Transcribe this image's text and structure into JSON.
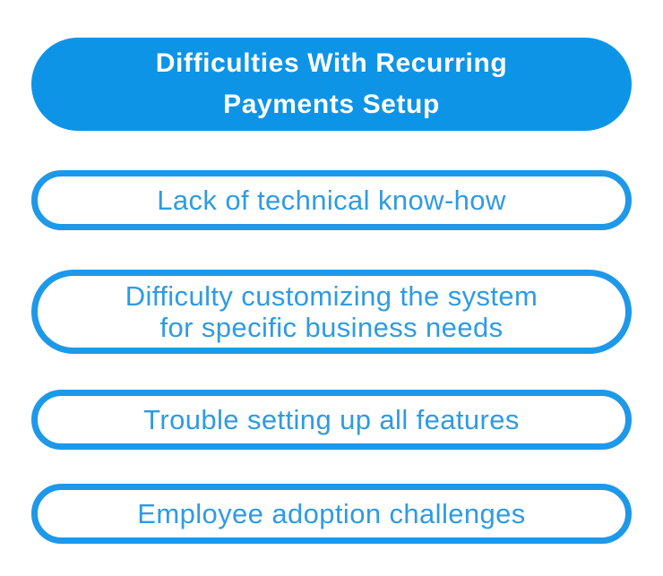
{
  "header": {
    "title": "Difficulties With Recurring\nPayments Setup"
  },
  "items": [
    {
      "label": "Lack of technical know-how"
    },
    {
      "label": "Difficulty customizing the system\nfor specific business needs"
    },
    {
      "label": "Trouble setting up all features"
    },
    {
      "label": "Employee adoption challenges"
    }
  ],
  "colors": {
    "primary": "#0d94e7",
    "outline": "#1e98e9",
    "item_text": "#2f9be2",
    "title_text": "#ffffff",
    "background": "#ffffff"
  }
}
